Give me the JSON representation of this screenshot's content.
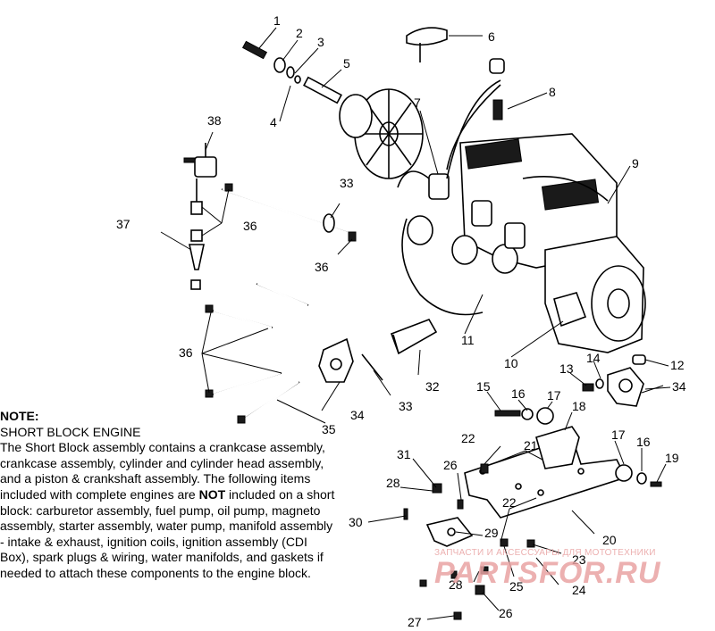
{
  "note": {
    "title": "NOTE:",
    "heading": "SHORT BLOCK ENGINE",
    "paragraph1": "The Short Block assembly contains a crankcase assembly, crankcase assembly, cylinder and cylinder head assembly, and a piston & crankshaft assembly. The following items included with complete engines are",
    "not_word": "NOT",
    "paragraph2": "included on a short block: carburetor assembly, fuel pump, oil pump, magneto assembly, starter assembly, water pump, manifold assembly - intake & exhaust, ignition coils, ignition assembly (CDI Box), spark plugs & wiring, water manifolds, and gaskets if needed to attach these components to the engine block."
  },
  "watermark": {
    "tagline": "ЗАПЧАСТИ И АКСЕССУАРЫ ДЛЯ МОТОТЕХНИКИ",
    "brand": "PARTSFOR.RU"
  },
  "callouts": [
    "1",
    "2",
    "3",
    "4",
    "5",
    "6",
    "7",
    "8",
    "9",
    "10",
    "11",
    "12",
    "13",
    "14",
    "15",
    "16",
    "17",
    "18",
    "19",
    "20",
    "21",
    "22",
    "23",
    "24",
    "25",
    "26",
    "27",
    "28",
    "29",
    "30",
    "31",
    "32",
    "33",
    "34",
    "35",
    "36",
    "37",
    "38"
  ]
}
